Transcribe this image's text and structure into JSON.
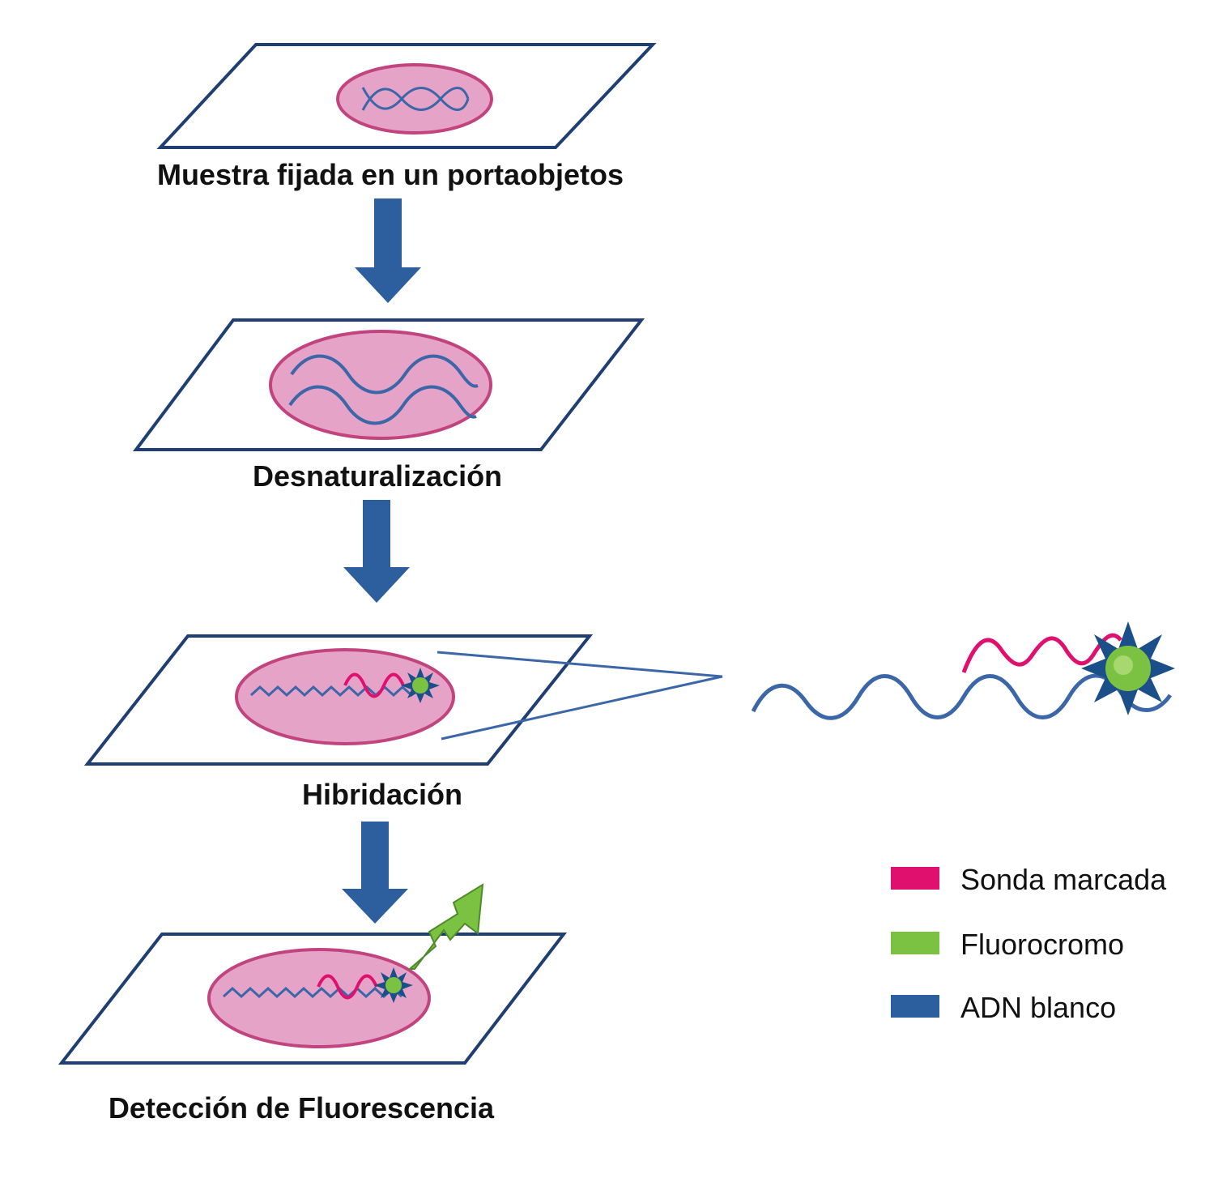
{
  "steps": [
    {
      "label": "Muestra fijada en un portaobjetos"
    },
    {
      "label": "Desnaturalización"
    },
    {
      "label": "Hibridación"
    },
    {
      "label": "Detección de Fluorescencia"
    }
  ],
  "legend": [
    {
      "label": "Sonda marcada",
      "color": "#e0106e"
    },
    {
      "label": "Fluorocromo",
      "color": "#7cc242"
    },
    {
      "label": "ADN blanco",
      "color": "#2b5f9e"
    }
  ],
  "colors": {
    "slide_stroke": "#1f3f73",
    "cell_fill": "#e6a3c8",
    "cell_stroke": "#c2447f",
    "arrow": "#2d5e9e",
    "dna": "#3b67a8",
    "probe": "#e0106e",
    "fluorochrome": "#7cc242",
    "star": "#1b4f8a"
  }
}
